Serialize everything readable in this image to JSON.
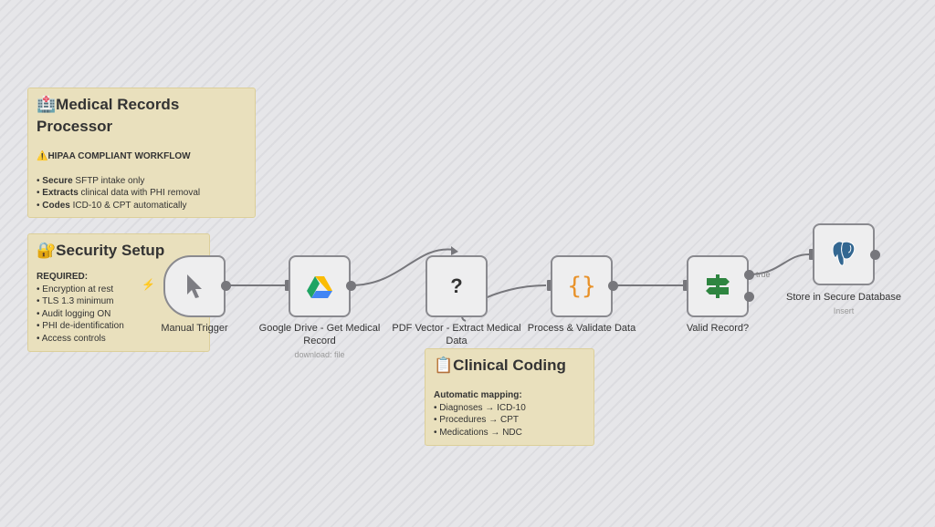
{
  "sticky_notes": {
    "main": {
      "icon": "🏥",
      "title": "Medical Records Processor",
      "warning_icon": "⚠️",
      "subtitle": "HIPAA COMPLIANT WORKFLOW",
      "items": [
        {
          "bold": "Secure",
          "text": " SFTP intake only"
        },
        {
          "bold": "Extracts",
          "text": " clinical data with PHI removal"
        },
        {
          "bold": "Codes",
          "text": " ICD-10 & CPT automatically"
        }
      ]
    },
    "security": {
      "icon": "🔐",
      "title": "Security Setup",
      "heading": "REQUIRED:",
      "items": [
        "Encryption at rest",
        "TLS 1.3 minimum",
        "Audit logging ON",
        "PHI de-identification",
        "Access controls"
      ]
    },
    "coding": {
      "icon": "📋",
      "title": "Clinical Coding",
      "heading": "Automatic mapping:",
      "items": [
        "Diagnoses → ICD-10",
        "Procedures → CPT",
        "Medications → NDC"
      ]
    }
  },
  "nodes": [
    {
      "label": "Manual Trigger",
      "icon": "cursor-icon"
    },
    {
      "label": "Google Drive - Get Medical Record",
      "sub": "download: file",
      "icon": "google-drive-icon"
    },
    {
      "label": "PDF Vector - Extract Medical Data",
      "icon": "question-icon",
      "glyph": "?"
    },
    {
      "label": "Process & Validate Data",
      "icon": "code-braces-icon",
      "glyph": "{}"
    },
    {
      "label": "Valid Record?",
      "icon": "signpost-icon"
    },
    {
      "label": "Store in Secure Database",
      "sub": "Insert",
      "icon": "postgres-icon"
    }
  ],
  "connections": {
    "true_label": "true"
  },
  "colors": {
    "sticky": "#e9e0bd",
    "node_border": "#8a8a8f",
    "code": "#e8922a",
    "if_green": "#2e8540",
    "postgres": "#336791",
    "trigger_bolt": "#e05a4a"
  }
}
